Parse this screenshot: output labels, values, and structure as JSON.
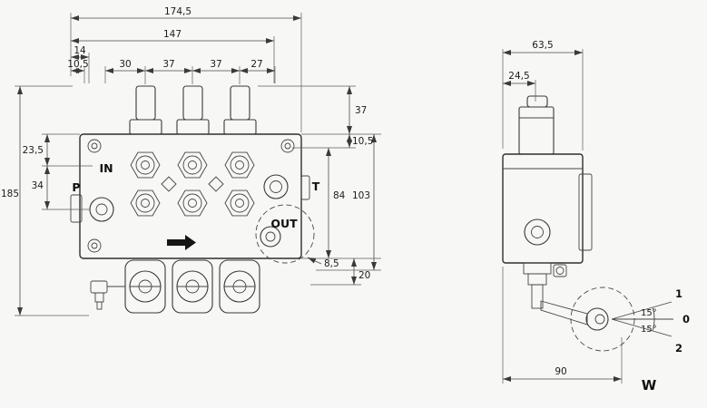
{
  "front_view": {
    "dims": {
      "total_width": "174,5",
      "w147": "147",
      "w14": "14",
      "w10_5": "10,5",
      "w30": "30",
      "w37a": "37",
      "w37b": "37",
      "w27": "27",
      "h37": "37",
      "h10_5": "10,5",
      "h84": "84",
      "h103": "103",
      "h20": "20",
      "h23_5": "23,5",
      "h34": "34",
      "h185": "185",
      "off8_5": "8,5"
    },
    "ports": {
      "in": "IN",
      "p": "P",
      "t": "T",
      "out": "OUT"
    }
  },
  "side_view": {
    "dims": {
      "w63_5": "63,5",
      "w24_5": "24,5",
      "w90": "90"
    },
    "lever": {
      "pos_up": "1",
      "pos_neutral": "0",
      "pos_down": "2",
      "angle_up": "15°",
      "angle_down": "15°",
      "handle": "W"
    }
  }
}
